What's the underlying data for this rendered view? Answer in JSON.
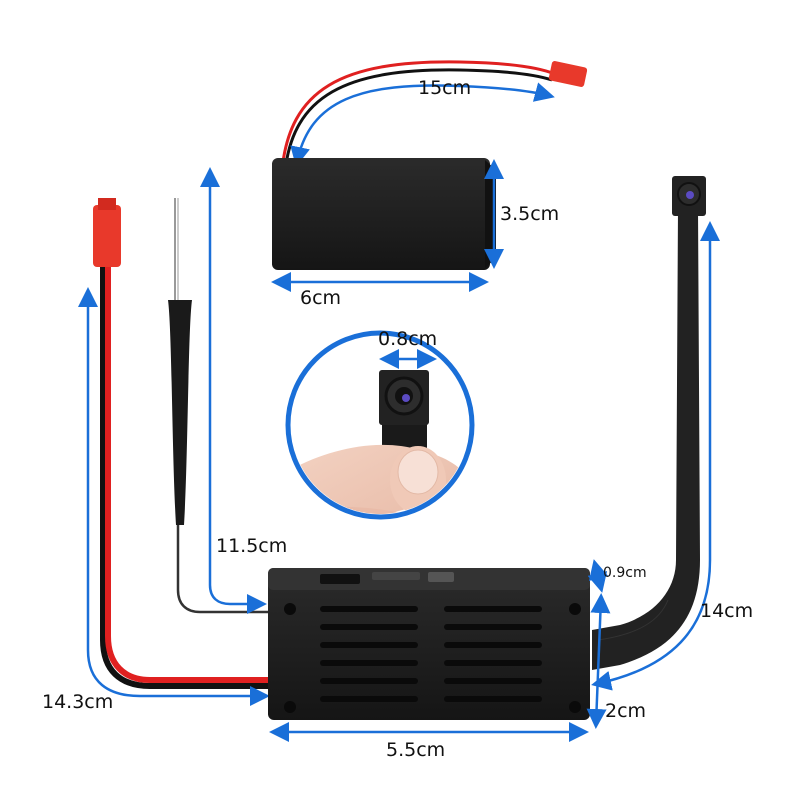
{
  "diagram": {
    "subject": "Mini camera module with battery, antenna, and flex-cable lens",
    "colors": {
      "dimension_arrow": "#1a6fd8",
      "device_body": "#1e1e1e",
      "wire_red": "#e02020",
      "wire_black": "#111111",
      "connector": "#e8392b"
    },
    "dimensions": {
      "battery_wire_length": "15cm",
      "battery_height": "3.5cm",
      "battery_width": "6cm",
      "lens_width": "0.8cm",
      "antenna_length": "11.5cm",
      "power_cable_length": "14.3cm",
      "lens_offset": "0.9cm",
      "flex_cable_length": "14cm",
      "board_height": "2cm",
      "board_width": "5.5cm"
    }
  }
}
